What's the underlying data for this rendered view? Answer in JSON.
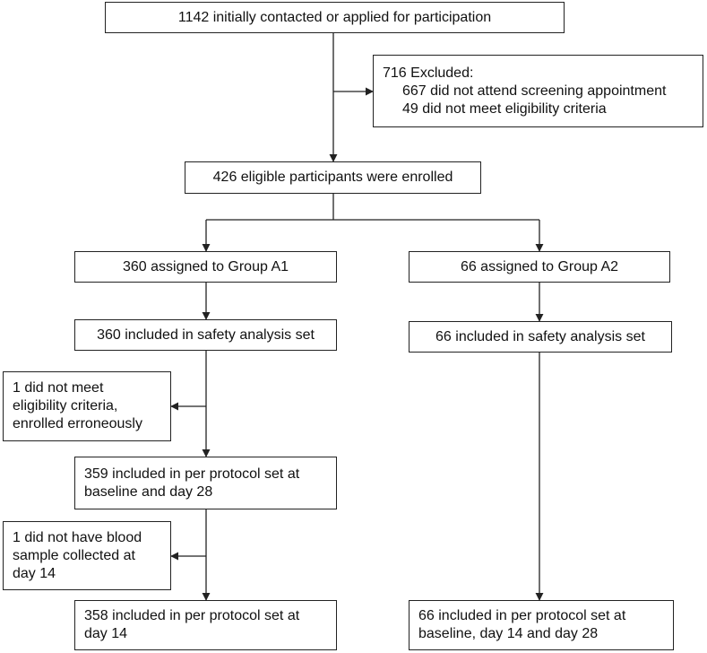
{
  "boxes": {
    "initial": "1142 initially contacted or applied for participation",
    "excluded": {
      "title": "716 Excluded:",
      "lines": [
        "667 did not attend screening appointment",
        "49 did not meet eligibility criteria"
      ]
    },
    "enrolled": "426 eligible participants were enrolled",
    "group_a1": "360 assigned to Group A1",
    "group_a2": "66 assigned to Group A2",
    "a1_safety": "360 included in safety analysis set",
    "a2_safety": "66 included in safety analysis set",
    "a1_excluded_eligibility": {
      "lines": [
        "1 did not meet",
        "eligibility criteria,",
        "enrolled erroneously"
      ]
    },
    "a1_pp_baseline": {
      "lines": [
        "359 included in per protocol set at",
        "baseline and day 28"
      ]
    },
    "a1_excluded_blood": {
      "lines": [
        "1 did not have blood",
        "sample collected at",
        "day 14"
      ]
    },
    "a1_pp_day14": {
      "lines": [
        "358 included in per protocol set at",
        "day 14"
      ]
    },
    "a2_pp_all": {
      "lines": [
        "66 included in per protocol set at",
        "baseline, day 14 and day 28"
      ]
    }
  }
}
